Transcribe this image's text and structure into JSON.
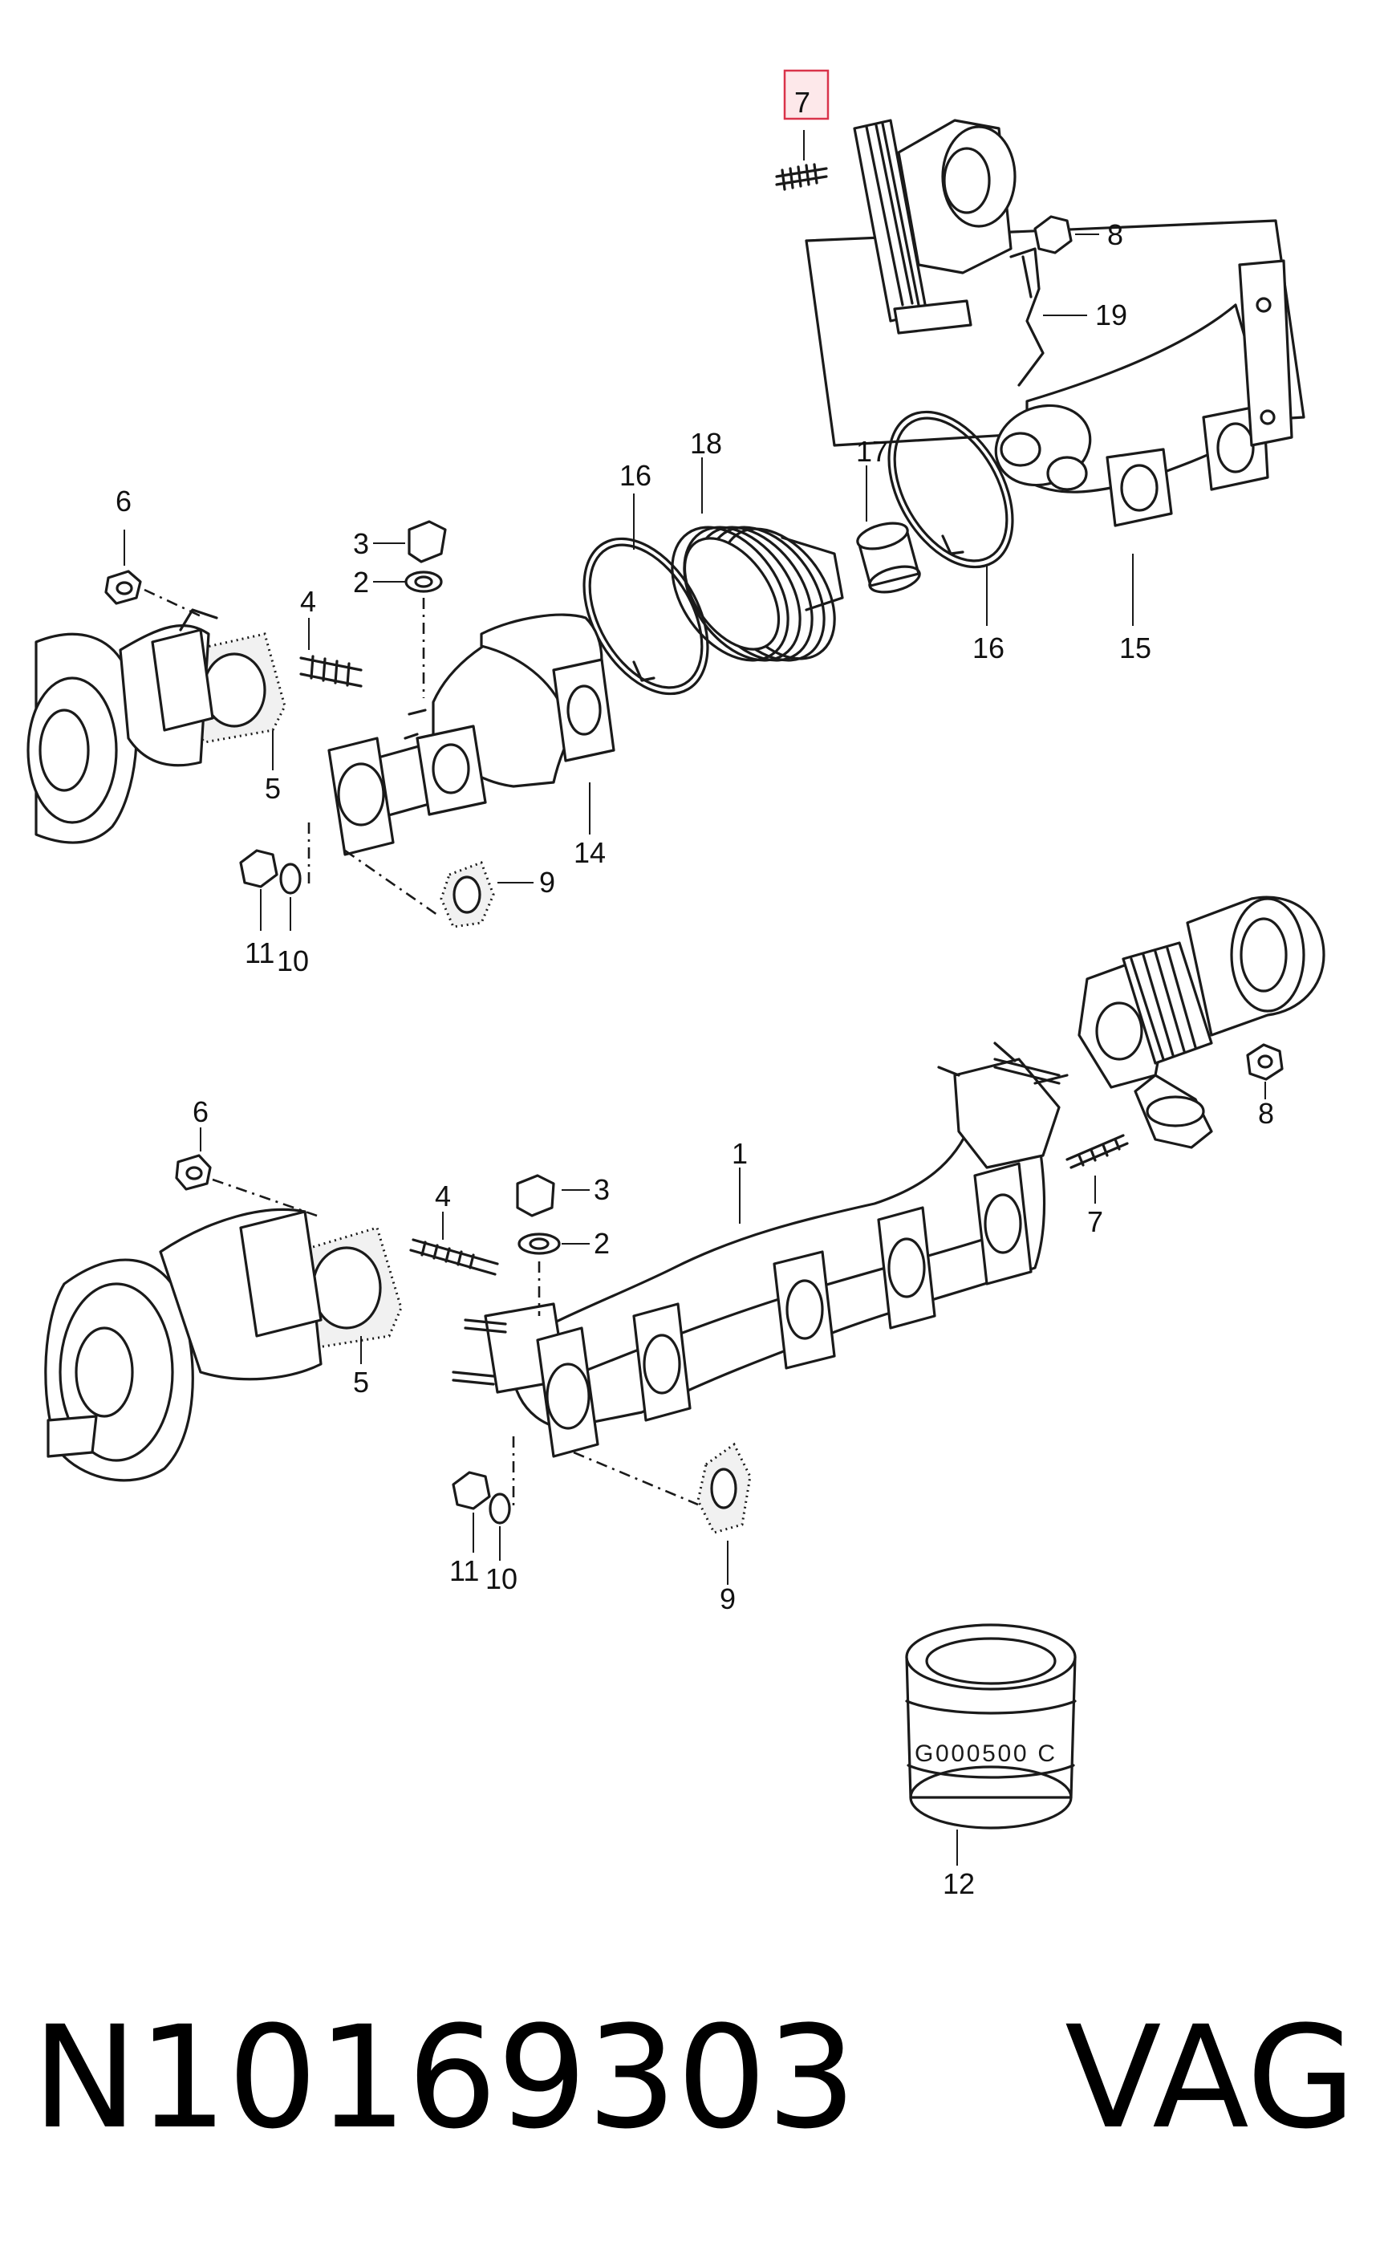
{
  "diagram": {
    "callouts_upper": [
      "7",
      "8",
      "19",
      "18",
      "17",
      "16",
      "16",
      "15",
      "6",
      "3",
      "2",
      "4",
      "5",
      "14",
      "9",
      "11",
      "10"
    ],
    "callouts_lower": [
      "1",
      "6",
      "4",
      "3",
      "2",
      "5",
      "7",
      "8",
      "9",
      "11",
      "10",
      "12"
    ],
    "highlighted_callout": "7",
    "sleeve_marking": "G000500 C",
    "highlight_color": "#d9334a"
  },
  "footer": {
    "part_number": "N10169303",
    "brand": "VAG"
  }
}
